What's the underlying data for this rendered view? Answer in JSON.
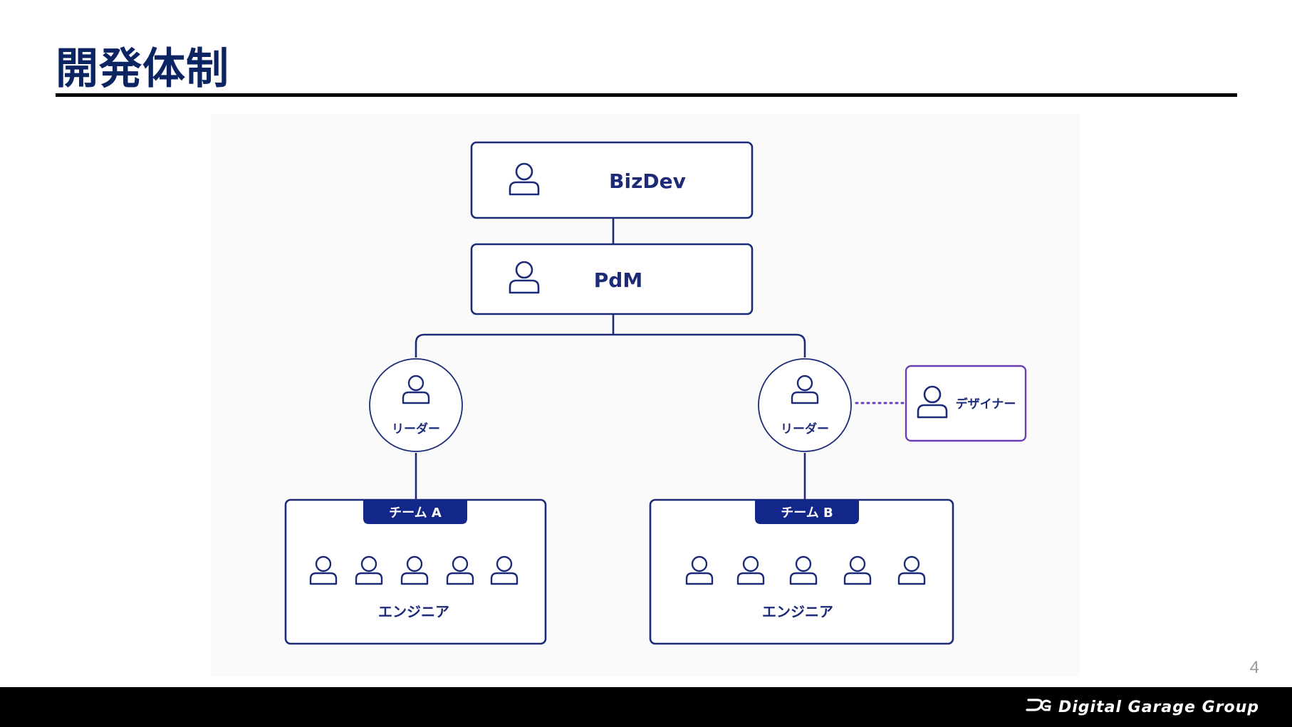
{
  "slide": {
    "title": "開発体制",
    "page_number": "4"
  },
  "colors": {
    "title": "#0c2462",
    "diagram_stroke": "#1c2a78",
    "team_header_bg": "#13268a",
    "designer_accent": "#6a3fb5",
    "footer_bg": "#000000"
  },
  "diagram": {
    "bizdev": {
      "label": "BizDev",
      "icon": "person-icon"
    },
    "pdm": {
      "label": "PdM",
      "icon": "person-icon"
    },
    "leader_a": {
      "label": "リーダー",
      "icon": "person-icon"
    },
    "leader_b": {
      "label": "リーダー",
      "icon": "person-icon"
    },
    "designer": {
      "label": "デザイナー",
      "icon": "person-icon",
      "link_style": "dotted"
    },
    "team_a": {
      "header": "チーム A",
      "members_label": "エンジニア",
      "member_count": 5
    },
    "team_b": {
      "header": "チーム B",
      "members_label": "エンジニア",
      "member_count": 5
    }
  },
  "footer": {
    "logo_text": "Digital Garage Group",
    "logo_icon": "dg-logo-icon"
  }
}
